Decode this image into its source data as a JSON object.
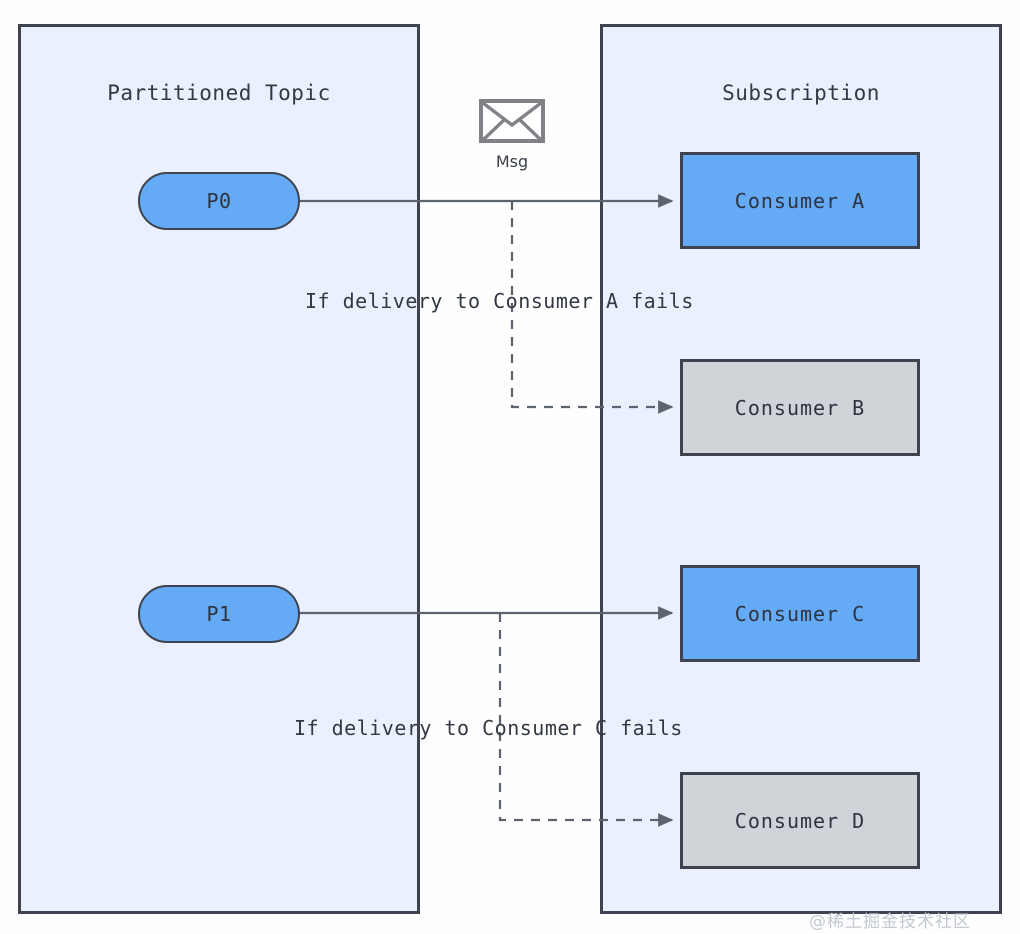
{
  "diagram": {
    "title_topic": "Partitioned Topic",
    "title_subscription": "Subscription",
    "watermark": "@稀土掘金技术社区"
  },
  "message": {
    "icon": "envelope-icon",
    "label": "Msg"
  },
  "partitions": [
    {
      "id": "p0",
      "label": "P0"
    },
    {
      "id": "p1",
      "label": "P1"
    }
  ],
  "consumers": [
    {
      "id": "a",
      "label": "Consumer A",
      "state": "active"
    },
    {
      "id": "b",
      "label": "Consumer B",
      "state": "inactive"
    },
    {
      "id": "c",
      "label": "Consumer C",
      "state": "active"
    },
    {
      "id": "d",
      "label": "Consumer D",
      "state": "inactive"
    }
  ],
  "conditions": [
    {
      "id": "cond-a",
      "label": "If delivery to Consumer A fails"
    },
    {
      "id": "cond-c",
      "label": "If delivery to Consumer C fails"
    }
  ],
  "colors": {
    "group_fill": "#eaf0fd",
    "group_border": "#3f4350",
    "active_fill": "#64aaf5",
    "inactive_fill": "#d0d3d7",
    "line": "#5d6470",
    "text": "#333844",
    "envelope": "#808287",
    "watermark": "#c3c8d2",
    "background": "#fdfefd"
  }
}
